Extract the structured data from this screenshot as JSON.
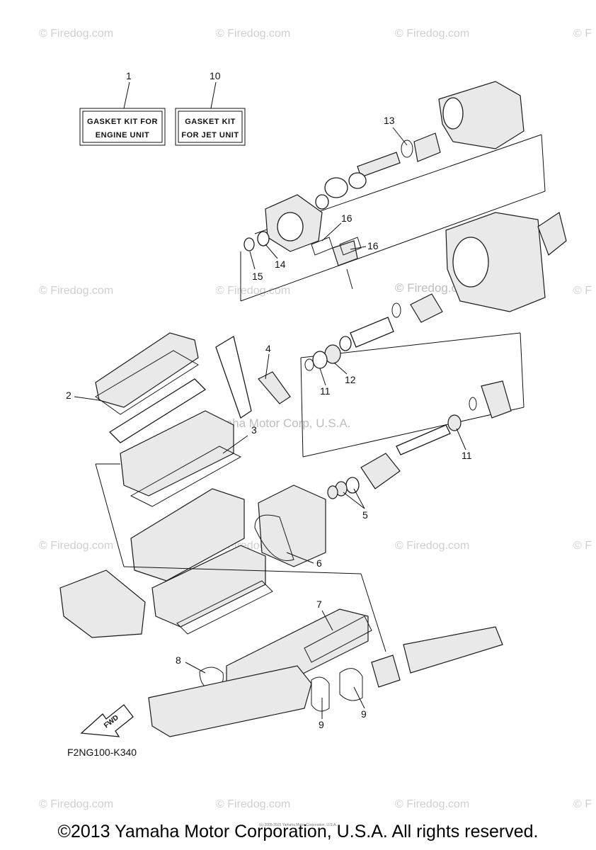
{
  "watermark": {
    "text": "© Firedog.com",
    "edge_text": "© F"
  },
  "midwatermarks": [
    "© Firedog.com",
    "Yamaha Motor Corp, U.S.A."
  ],
  "kits": [
    {
      "callout": "1",
      "line1": "GASKET KIT FOR",
      "line2": "ENGINE UNIT"
    },
    {
      "callout": "10",
      "line1": "GASKET KIT",
      "line2": "FOR JET UNIT"
    }
  ],
  "callouts": [
    "13",
    "16",
    "16",
    "14",
    "15",
    "4",
    "2",
    "3",
    "11",
    "12",
    "11",
    "5",
    "6",
    "7",
    "8",
    "9",
    "9"
  ],
  "fwd_label": "FWD",
  "reference_code": "F2NG100-K340",
  "copyright": "©2013 Yamaha Motor Corporation, U.S.A. All rights reserved.",
  "tiny_notice": "(c) 2005-2015 Yamaha Motor Corporation, U.S.A."
}
